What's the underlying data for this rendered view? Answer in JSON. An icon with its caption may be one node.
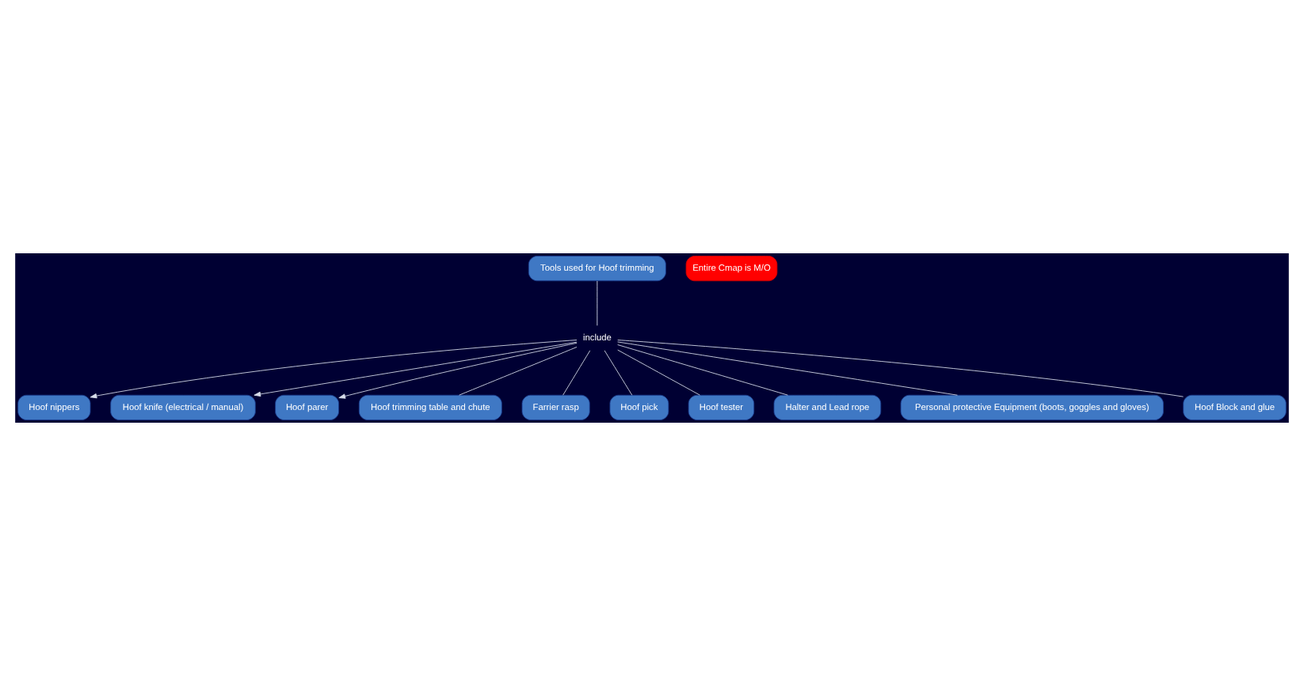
{
  "diagram": {
    "nodes": [
      {
        "text": [
          "Tools used for Hoof trimming"
        ]
      },
      {
        "text": [
          "include"
        ]
      },
      {
        "text": [
          "Hoof nippers"
        ]
      },
      {
        "text": [
          "Hoof knife (electrical / manual)"
        ]
      },
      {
        "text": [
          "Hoof parer"
        ]
      },
      {
        "text": [
          "Hoof trimming table and chute"
        ]
      },
      {
        "text": [
          "Farrier rasp"
        ]
      },
      {
        "text": [
          "Hoof pick"
        ]
      },
      {
        "text": [
          "Hoof tester"
        ]
      },
      {
        "text": [
          "Halter and Lead rope"
        ]
      },
      {
        "text": [
          "Personal protective Equipment (boots, goggles and gloves)"
        ]
      },
      {
        "text": [
          "Hoof Block and glue"
        ]
      },
      {
        "text": [
          "Entire Cmap is M/O"
        ]
      }
    ],
    "edges": [
      {
        "from": 0,
        "to": 1,
        "arrow": "none"
      },
      {
        "from": 1,
        "to": 2,
        "arrow": "to"
      },
      {
        "from": 1,
        "to": 3,
        "arrow": "to"
      },
      {
        "from": 1,
        "to": 4,
        "arrow": "to"
      },
      {
        "from": 1,
        "to": 5,
        "arrow": "none"
      },
      {
        "from": 1,
        "to": 6,
        "arrow": "none"
      },
      {
        "from": 1,
        "to": 7,
        "arrow": "none"
      },
      {
        "from": 1,
        "to": 8,
        "arrow": "none"
      },
      {
        "from": 1,
        "to": 9,
        "arrow": "none"
      },
      {
        "from": 1,
        "to": 10,
        "arrow": "none"
      },
      {
        "from": 1,
        "to": 11,
        "arrow": "none"
      }
    ]
  }
}
